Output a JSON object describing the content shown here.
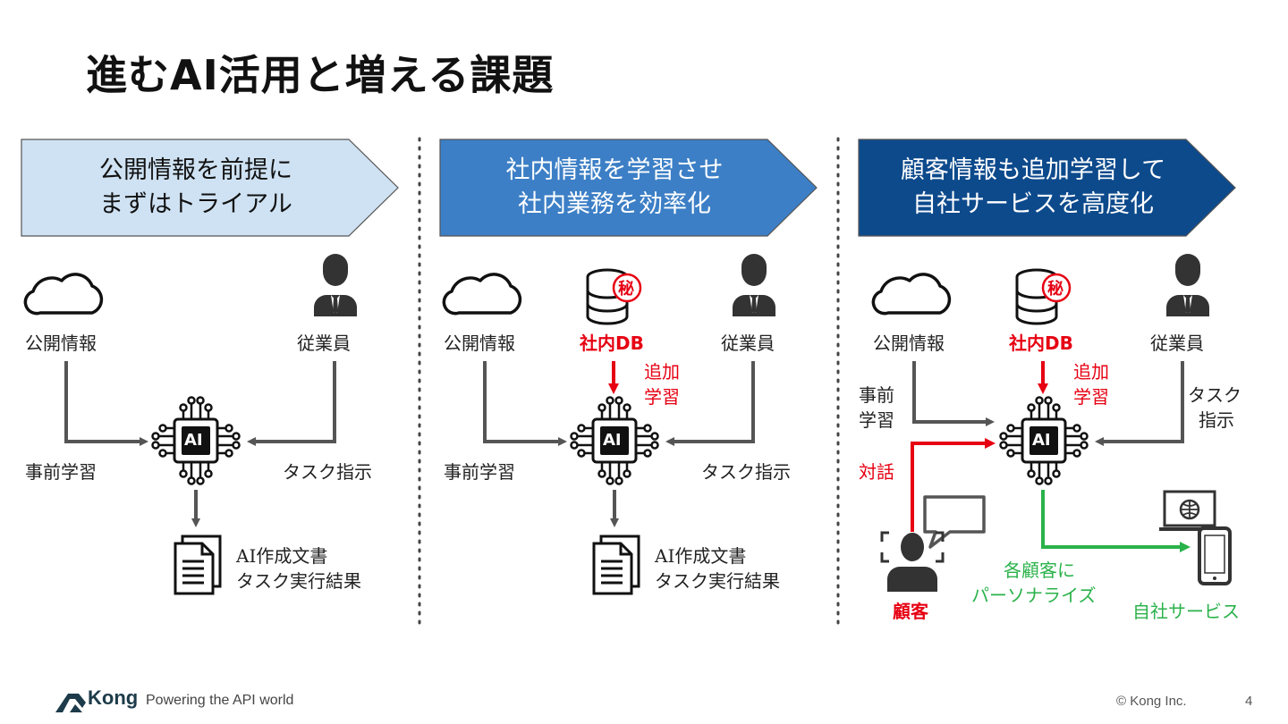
{
  "slide": {
    "title": "進むAI活用と増える課題",
    "page_number": "4"
  },
  "columns": [
    {
      "banner_line1": "公開情報を前提に",
      "banner_line2": "まずはトライアル",
      "banner_color": "#cfe2f3",
      "public_info": "公開情報",
      "employee": "従業員",
      "pretraining": "事前学習",
      "task_instruction": "タスク指示",
      "ai_chip": "AI",
      "output_line1": "AI作成文書",
      "output_line2": "タスク実行結果"
    },
    {
      "banner_line1": "社内情報を学習させ",
      "banner_line2": "社内業務を効率化",
      "banner_color": "#3c7fc6",
      "public_info": "公開情報",
      "internal_db": "社内DB",
      "secret_mark": "秘",
      "additional_learning_1": "追加",
      "additional_learning_2": "学習",
      "employee": "従業員",
      "pretraining": "事前学習",
      "task_instruction": "タスク指示",
      "ai_chip": "AI",
      "output_line1": "AI作成文書",
      "output_line2": "タスク実行結果"
    },
    {
      "banner_line1": "顧客情報も追加学習して",
      "banner_line2": "自社サービスを高度化",
      "banner_color": "#0d4a8c",
      "public_info": "公開情報",
      "internal_db": "社内DB",
      "secret_mark": "秘",
      "additional_learning_1": "追加",
      "additional_learning_2": "学習",
      "employee": "従業員",
      "pretraining_1": "事前",
      "pretraining_2": "学習",
      "task_1": "タスク",
      "task_2": "指示",
      "dialogue": "対話",
      "customer": "顧客",
      "personalize_1": "各顧客に",
      "personalize_2": "パーソナライズ",
      "own_service": "自社サービス",
      "ai_chip": "AI"
    }
  ],
  "footer": {
    "brand": "Kong",
    "tagline": "Powering the API world",
    "copyright": "©  Kong Inc."
  },
  "colors": {
    "red": "#e60012",
    "green": "#2ab24a",
    "gray_arrow": "#555555"
  }
}
